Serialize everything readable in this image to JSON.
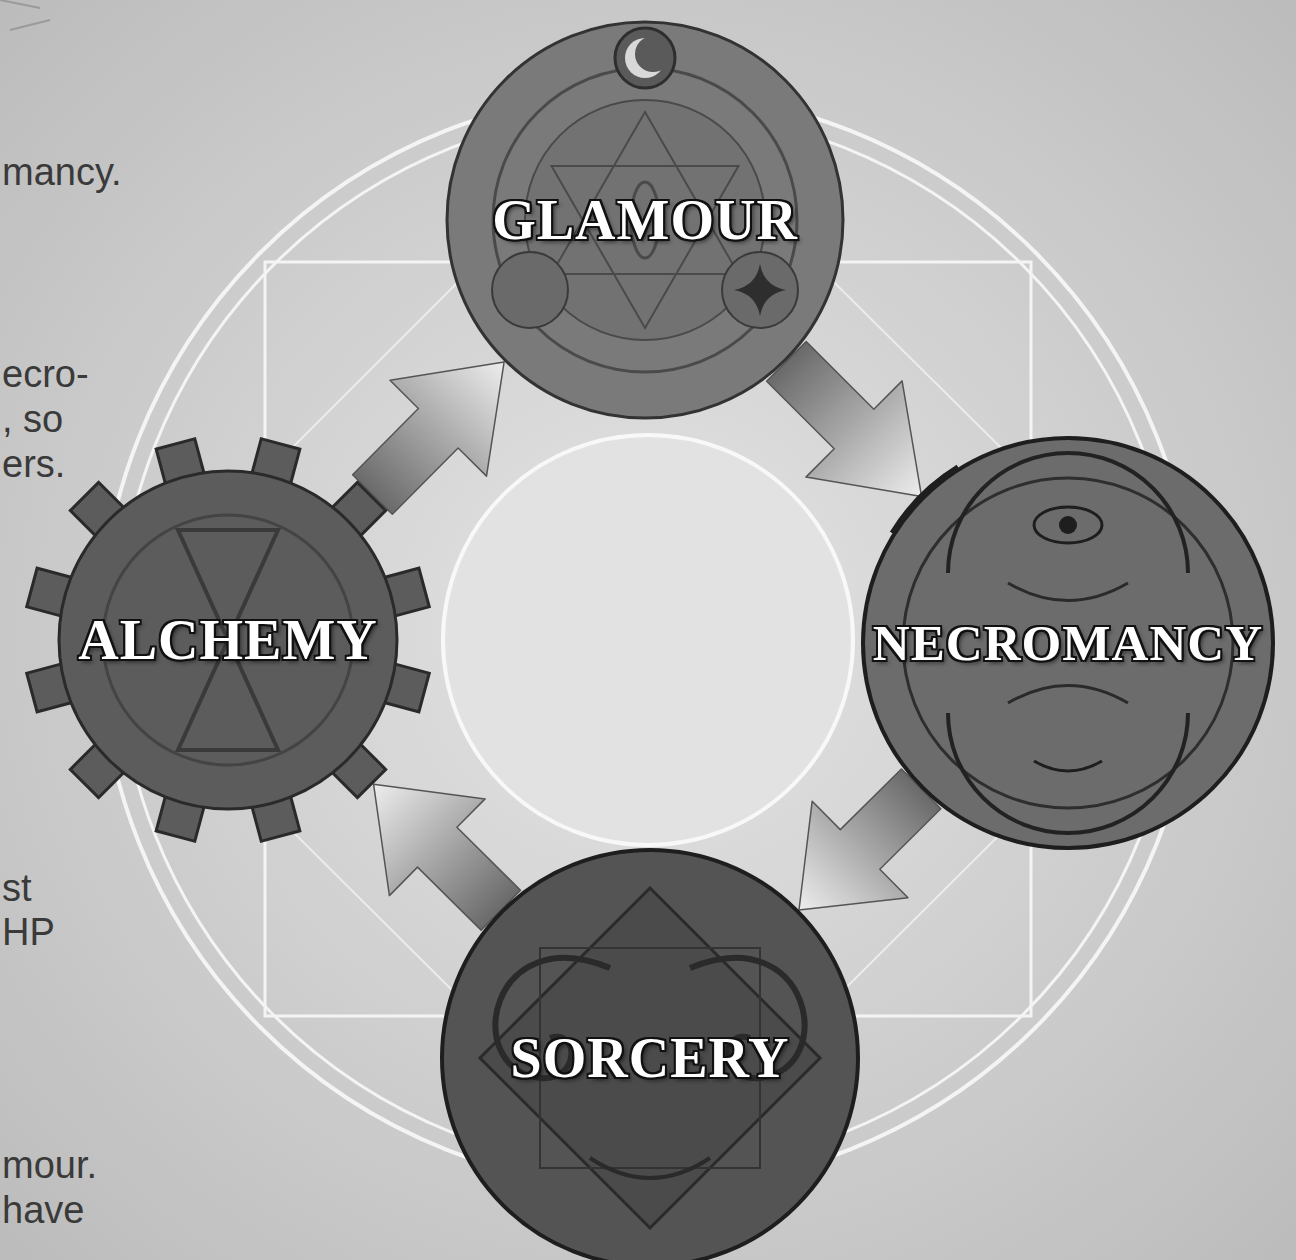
{
  "diagram": {
    "nodes": [
      {
        "text": [
          "GLAMOUR"
        ]
      },
      {
        "text": [
          "ALCHEMY"
        ]
      },
      {
        "text": [
          "NECROMANCY"
        ]
      },
      {
        "text": [
          "SORCERY"
        ]
      }
    ],
    "edges": [
      {
        "from": 1,
        "to": 0,
        "arrow": "to"
      },
      {
        "from": 0,
        "to": 2,
        "arrow": "to"
      },
      {
        "from": 2,
        "to": 3,
        "arrow": "to"
      },
      {
        "from": 3,
        "to": 1,
        "arrow": "to"
      }
    ],
    "labels": [
      "mancy.",
      "ecro-",
      ", so",
      "ers.",
      "st",
      "HP",
      "mour.",
      "have"
    ]
  }
}
